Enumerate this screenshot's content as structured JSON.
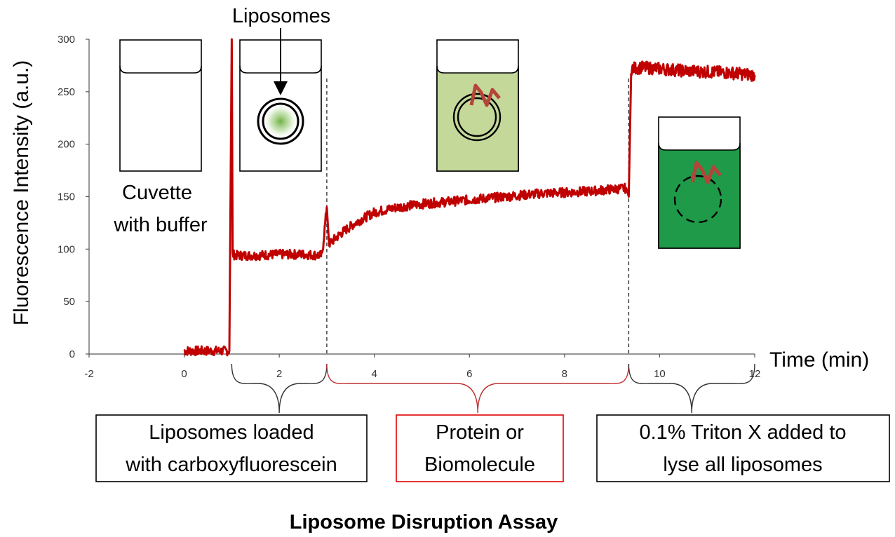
{
  "chart_data": {
    "type": "line",
    "title": "Liposome Disruption Assay",
    "xlabel": "Time (min)",
    "ylabel": "Fluorescence Intensity (a.u.)",
    "xlim": [
      -2,
      12
    ],
    "ylim": [
      0,
      300
    ],
    "x_ticks": [
      "-2",
      "0",
      "2",
      "4",
      "6",
      "8",
      "10",
      "12"
    ],
    "y_ticks": [
      "0",
      "50",
      "100",
      "150",
      "200",
      "250",
      "300"
    ],
    "grid": false,
    "series": [
      {
        "color": "#c00000",
        "x": [
          0,
          0.5,
          0.95,
          1.0,
          1.02,
          1.1,
          1.5,
          2.0,
          2.5,
          2.9,
          3.0,
          3.05,
          3.3,
          3.6,
          4.0,
          4.5,
          5.0,
          5.5,
          6.0,
          6.5,
          7.0,
          7.5,
          8.0,
          8.5,
          9.0,
          9.3,
          9.35,
          9.4,
          9.6,
          10.0,
          10.5,
          11.0,
          11.5,
          12.0
        ],
        "y": [
          3,
          3,
          3,
          300,
          95,
          94,
          94,
          95,
          95,
          94,
          140,
          105,
          115,
          125,
          135,
          140,
          143,
          145,
          147,
          149,
          151,
          153,
          154,
          155,
          157,
          158,
          150,
          272,
          273,
          272,
          270,
          269,
          268,
          266
        ]
      }
    ],
    "phase_markers_x": [
      1.0,
      3.0,
      9.35
    ],
    "annotations": {
      "cuvette_label_line1": "Cuvette",
      "cuvette_label_line2": "with buffer",
      "liposomes_label": "Liposomes"
    },
    "phase_boxes": [
      {
        "line1": "Liposomes loaded",
        "line2": "with carboxyfluorescein",
        "border": "#000000",
        "range": [
          1,
          3
        ]
      },
      {
        "line1": "Protein or",
        "line2": "Biomolecule",
        "border": "#e00000",
        "range": [
          3,
          9.35
        ]
      },
      {
        "line1": "0.1% Triton X added to",
        "line2": "lyse all liposomes",
        "border": "#000000",
        "range": [
          9.35,
          12
        ]
      }
    ],
    "colors": {
      "trace": "#c00000",
      "protein_fill": "#c4d89a",
      "triton_fill": "#1e9a48",
      "liposome_core": "#7fbf4a",
      "protein_glyph": "#b5443a"
    }
  }
}
